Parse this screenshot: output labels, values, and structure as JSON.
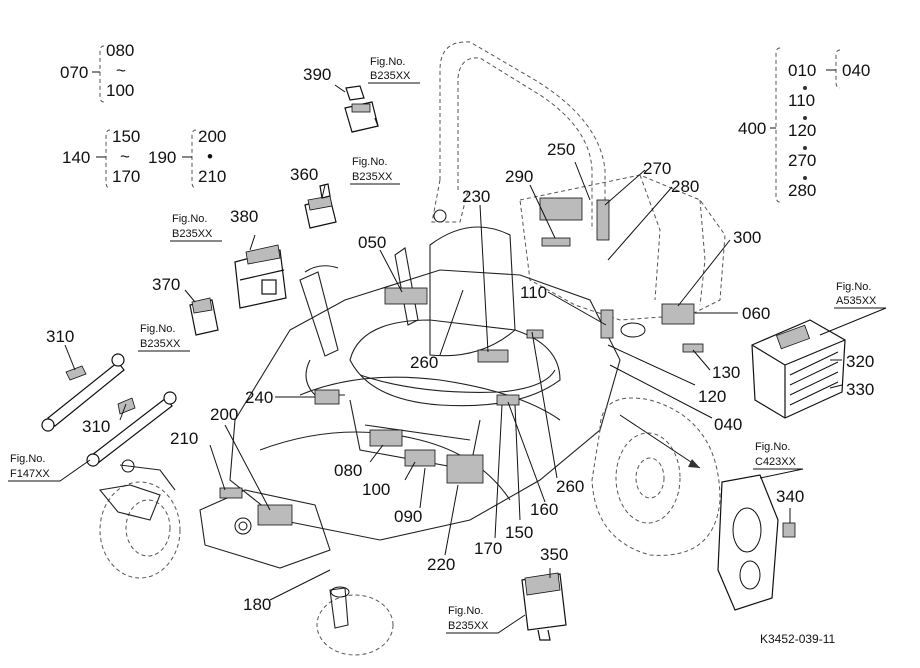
{
  "drawing_code": "K3452-039-11",
  "fig_label": "Fig.No.",
  "figs": {
    "f390": "B235XX",
    "f360": "B235XX",
    "f380": "B235XX",
    "f370": "B235XX",
    "f350": "B235XX",
    "f_battery": "A535XX",
    "f_panel": "C423XX",
    "f_shaft": "F147XX"
  },
  "groups": {
    "g070": {
      "parent": "070",
      "top": "080",
      "sep": "~",
      "bottom": "100"
    },
    "g140": {
      "parent": "140",
      "top": "150",
      "sep": "~",
      "bottom": "170"
    },
    "g190": {
      "parent": "190",
      "top": "200",
      "sep": "•",
      "bottom": "210"
    },
    "g400": {
      "parent": "400",
      "items": [
        "010",
        "110",
        "120",
        "270",
        "280"
      ],
      "branch": "040"
    }
  },
  "callouts": {
    "c390": "390",
    "c360": "360",
    "c380": "380",
    "c370": "370",
    "c310a": "310",
    "c310b": "310",
    "c050": "050",
    "c230": "230",
    "c290": "290",
    "c250": "250",
    "c270": "270",
    "c280": "280",
    "c300": "300",
    "c060": "060",
    "c110": "110",
    "c130": "130",
    "c120": "120",
    "c040": "040",
    "c320": "320",
    "c330": "330",
    "c260a": "260",
    "c260b": "260",
    "c240": "240",
    "c200": "200",
    "c210": "210",
    "c080": "080",
    "c100": "100",
    "c090": "090",
    "c160": "160",
    "c150": "150",
    "c170": "170",
    "c220": "220",
    "c180": "180",
    "c350": "350",
    "c340": "340"
  }
}
